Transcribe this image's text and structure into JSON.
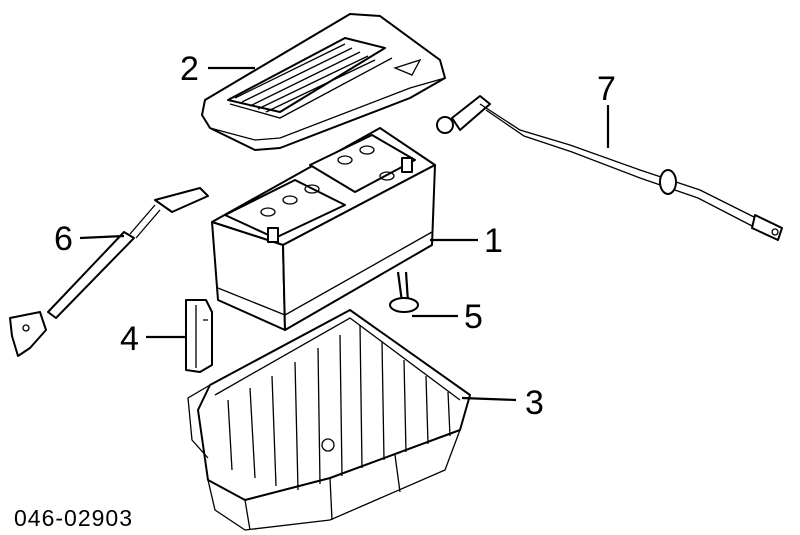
{
  "callouts": {
    "battery": "1",
    "cover": "2",
    "tray": "3",
    "clamp": "4",
    "bolt": "5",
    "strap": "6",
    "cable": "7"
  },
  "diagram_code": "046-02903"
}
